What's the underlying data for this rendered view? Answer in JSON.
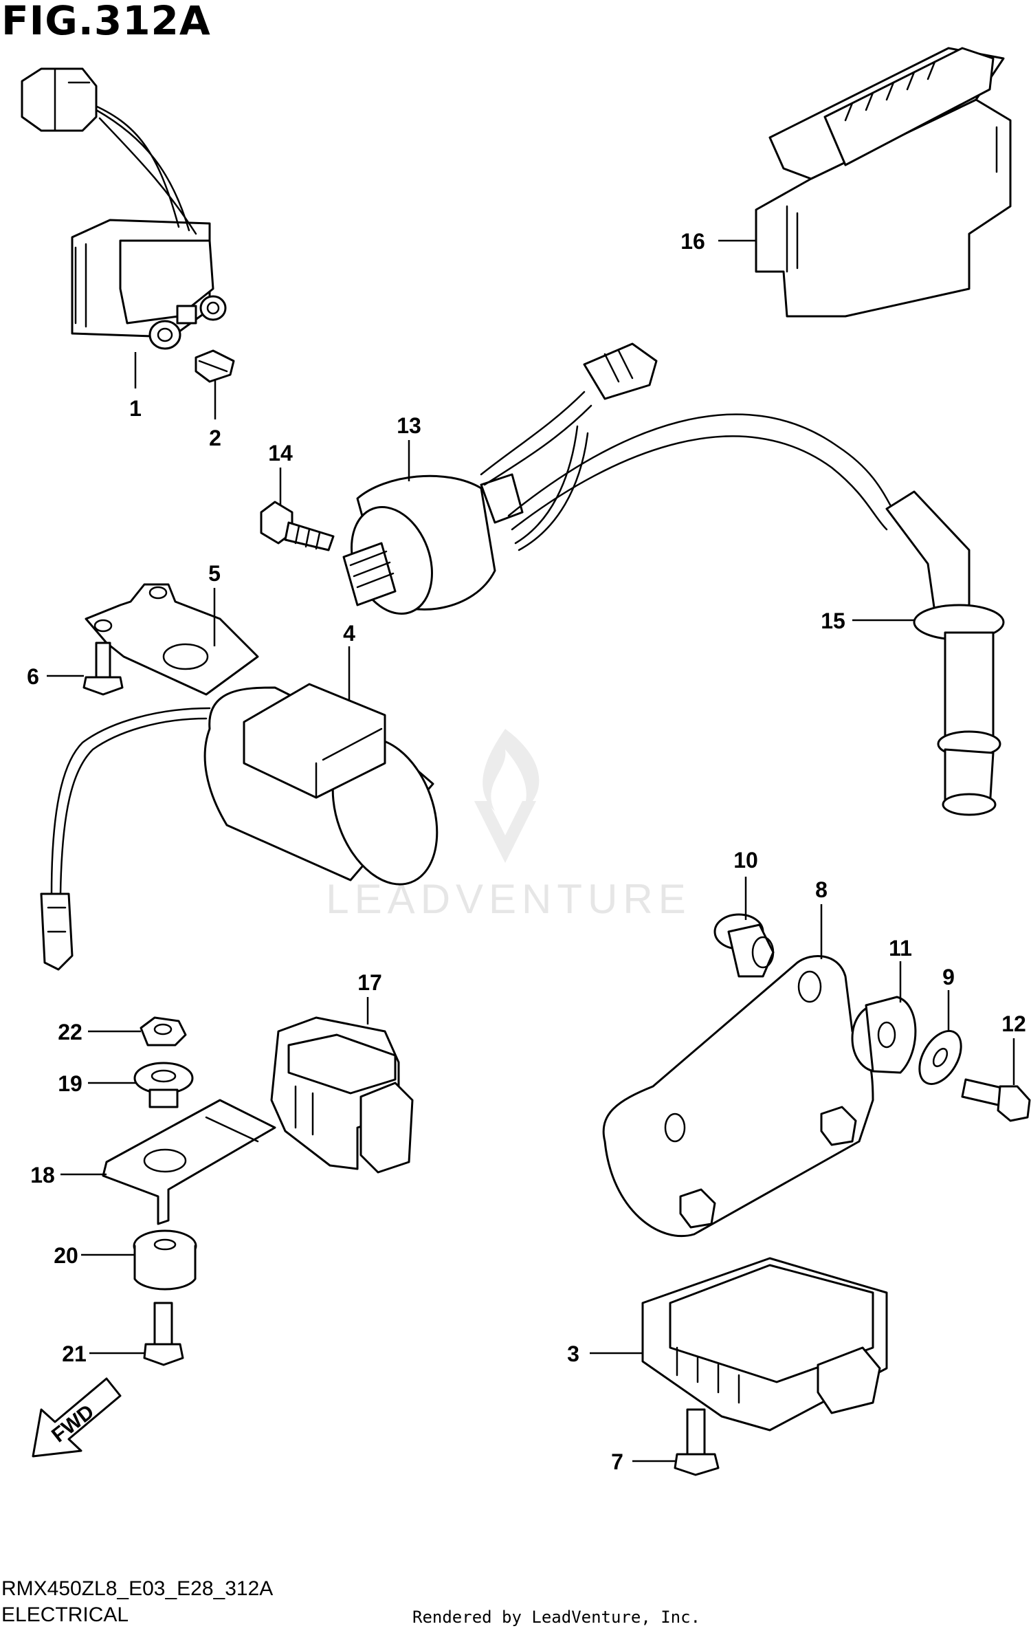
{
  "figure": {
    "title": "FIG.312A",
    "model_code": "RMX450ZL8_E03_E28_312A",
    "section_name": "ELECTRICAL",
    "rendered_by": "Rendered by LeadVenture, Inc."
  },
  "watermark": {
    "text": "LEADVENTURE"
  },
  "fwd_arrow": {
    "label": "FWD"
  },
  "callouts": {
    "c1": "1",
    "c2": "2",
    "c3": "3",
    "c4": "4",
    "c5": "5",
    "c6": "6",
    "c7": "7",
    "c8": "8",
    "c9": "9",
    "c10": "10",
    "c11": "11",
    "c12": "12",
    "c13": "13",
    "c14": "14",
    "c15": "15",
    "c16": "16",
    "c17": "17",
    "c18": "18",
    "c19": "19",
    "c20": "20",
    "c21": "21",
    "c22": "22"
  }
}
